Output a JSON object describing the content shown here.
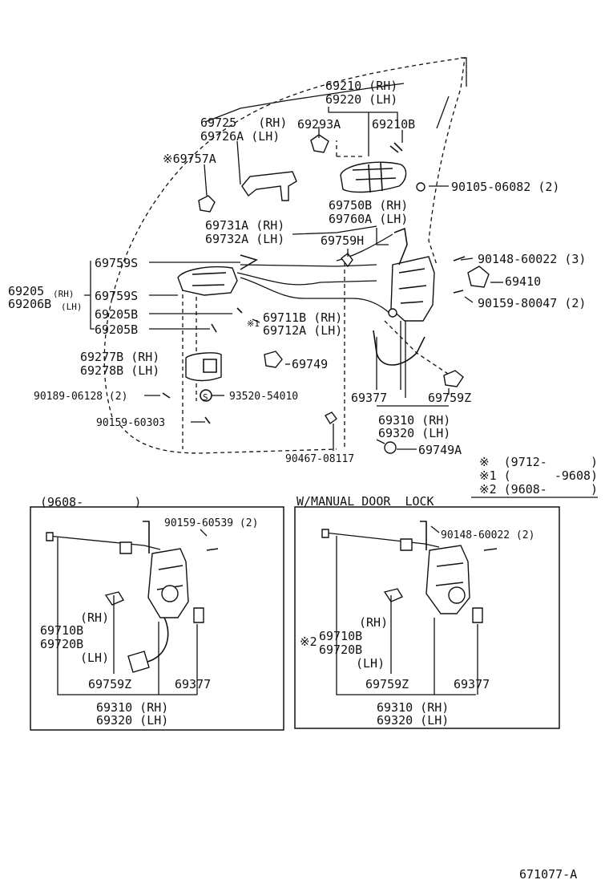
{
  "main": {
    "p69210": "69210 (RH)",
    "p69220": "69220 (LH)",
    "p69725": "69725   (RH)",
    "p69726a": "69726A (LH)",
    "p69293a": "69293A",
    "p69210b": "69210B",
    "p69757a": "※69757A",
    "p90105": "90105-06082 (2)",
    "p69750b": "69750B (RH)",
    "p69760a": "69760A (LH)",
    "p69731a": "69731A (RH)",
    "p69732a": "69732A (LH)",
    "p69759h": "69759H",
    "p69759s_a": "69759S",
    "p90148_3": "90148-60022 (3)",
    "p69205": "69205",
    "p69205_rh": "(RH)",
    "p69206b": "69206B",
    "p69206b_lh": "(LH)",
    "p69759s_b": "69759S",
    "p69410": "69410",
    "p90159_80047": "90159-80047 (2)",
    "p69205b_a": "69205B",
    "p69711b_mark": "※1",
    "p69711b": "69711B (RH)",
    "p69712a": "69712A (LH)",
    "p69205b_b": "69205B",
    "p69277b": "69277B (RH)",
    "p69278b": "69278B (LH)",
    "p69749": "69749",
    "p90189": "90189-06128 (2)",
    "p93520_s": "S",
    "p93520": "93520-54010",
    "p69377": "69377",
    "p69759z": "69759Z",
    "p90159_60303": "90159-60303",
    "p69310": "69310 (RH)",
    "p69320": "69320 (LH)",
    "p90467": "90467-08117",
    "p69749a": "69749A"
  },
  "legend": {
    "row1": "※  (9712-      )",
    "row2": "※1 (      -9608)",
    "row3": "※2 (9608-      )"
  },
  "inset_left": {
    "caption": "(9608-       )",
    "p90159_60539": "90159-60539 (2)",
    "rh": "(RH)",
    "p69710b": "69710B",
    "p69720b": "69720B",
    "lh": "(LH)",
    "p69759z": "69759Z",
    "p69377": "69377",
    "p69310": "69310 (RH)",
    "p69320": "69320 (LH)"
  },
  "inset_right": {
    "caption": "W/MANUAL DOOR  LOCK",
    "p90148_2": "90148-60022 (2)",
    "rh": "(RH)",
    "mark": "※2",
    "p69710b": "69710B",
    "p69720b": "69720B",
    "lh": "(LH)",
    "p69759z": "69759Z",
    "p69377": "69377",
    "p69310": "69310 (RH)",
    "p69320": "69320 (LH)"
  },
  "footer": {
    "ref": "671077-A"
  }
}
